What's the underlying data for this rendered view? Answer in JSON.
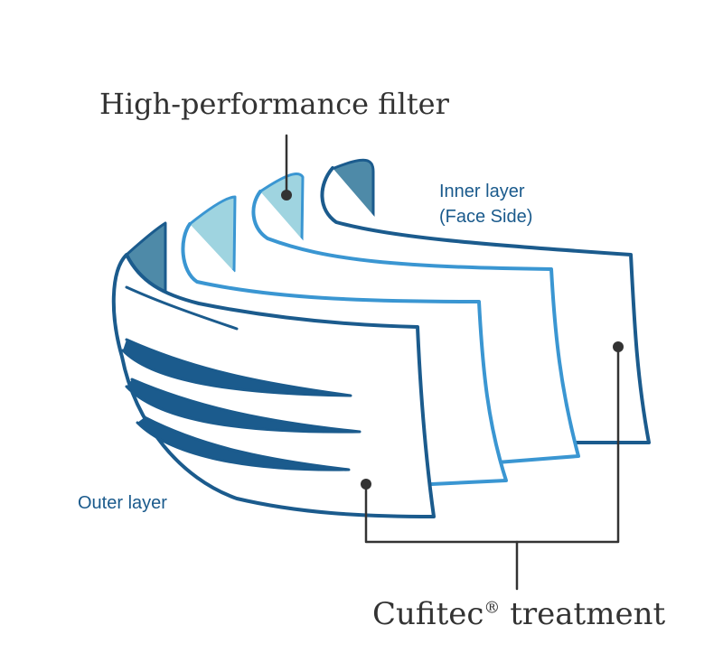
{
  "labels": {
    "filter": "High-performance filter",
    "inner_line1": "Inner layer",
    "inner_line2": "(Face Side)",
    "outer": "Outer layer",
    "treatment_name": "Cufitec",
    "treatment_mark": "®",
    "treatment_word": "treatment"
  },
  "colors": {
    "dark_blue": "#1b5b8d",
    "mid_blue": "#3a96d2",
    "teal_fill": "#4e8aa8",
    "light_fill": "#9fd4e0",
    "leader": "#333333",
    "text_serif": "#333333",
    "text_sans": "#1a5a8c"
  }
}
